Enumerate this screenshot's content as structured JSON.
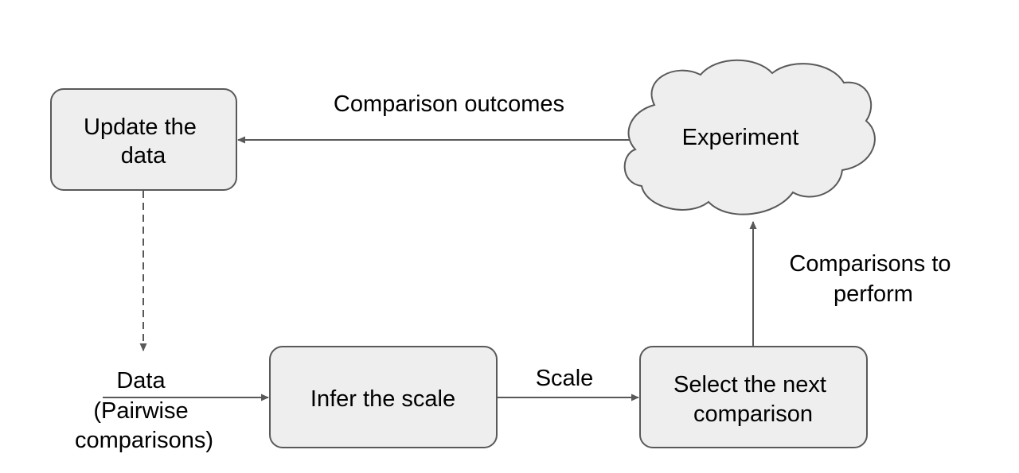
{
  "diagram": {
    "nodes": {
      "update_data": {
        "line1": "Update the",
        "line2": "data"
      },
      "experiment": {
        "label": "Experiment"
      },
      "data_input": {
        "line1": "Data",
        "line2": "(Pairwise",
        "line3": "comparisons)"
      },
      "infer_scale": {
        "label": "Infer the scale"
      },
      "select_next": {
        "line1": "Select the next",
        "line2": "comparison"
      }
    },
    "edges": {
      "comparison_outcomes": {
        "label": "Comparison outcomes"
      },
      "scale": {
        "label": "Scale"
      },
      "comparisons_to_perform": {
        "line1": "Comparisons to",
        "line2": "perform"
      }
    },
    "colors": {
      "node_fill": "#eeeeee",
      "node_stroke": "#595959",
      "edge_stroke": "#595959",
      "text": "#000000"
    }
  }
}
